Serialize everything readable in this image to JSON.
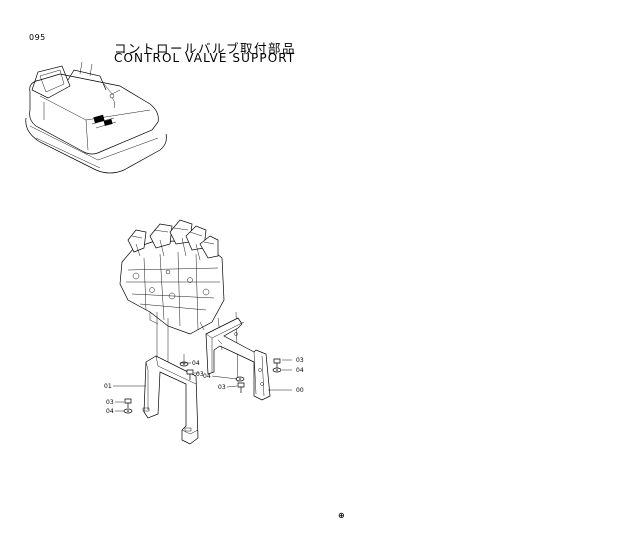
{
  "header": {
    "page_number": "095",
    "title_jp": "コントロールバルブ取付部品",
    "title_en": "CONTROL VALVE SUPPORT"
  },
  "callouts": {
    "c01": "01",
    "c03_left": "03",
    "c04_left": "04",
    "c04_center_top": "04",
    "c03_center_top": "03",
    "c04_center_bottom": "04",
    "c03_center_bottom": "03",
    "c03_right": "03",
    "c04_right": "04",
    "c00": "00"
  },
  "footer": {
    "mark": "⊕"
  }
}
